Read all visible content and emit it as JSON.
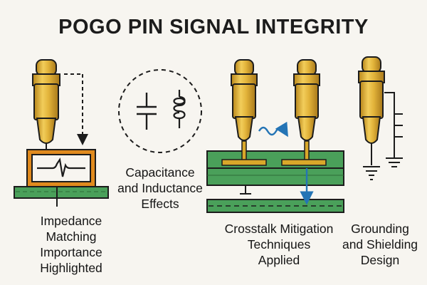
{
  "title": "POGO PIN SIGNAL INTEGRITY",
  "colors": {
    "background": "#f7f5f0",
    "gold": "#d9a82a",
    "pcb_green": "#4aa05a",
    "impedance_box": "#e08a1e",
    "signal_blue": "#2474b5",
    "outline": "#1c1c1c"
  },
  "icons": [
    "pogo-pin-icon",
    "waveform-icon",
    "capacitor-icon",
    "inductor-icon",
    "crosstalk-wave-icon",
    "ground-symbol-icon"
  ],
  "sections": {
    "impedance": {
      "lines": [
        "Impedance",
        "Matching",
        "Importance",
        "Highlighted"
      ]
    },
    "capacitance": {
      "lines": [
        "Capacitance",
        "and Inductance",
        "Effects"
      ]
    },
    "crosstalk": {
      "lines": [
        "Crosstalk Mitigation",
        "Techniques",
        "Applied"
      ]
    },
    "grounding": {
      "lines": [
        "Grounding",
        "and Shielding",
        "Design"
      ]
    }
  }
}
